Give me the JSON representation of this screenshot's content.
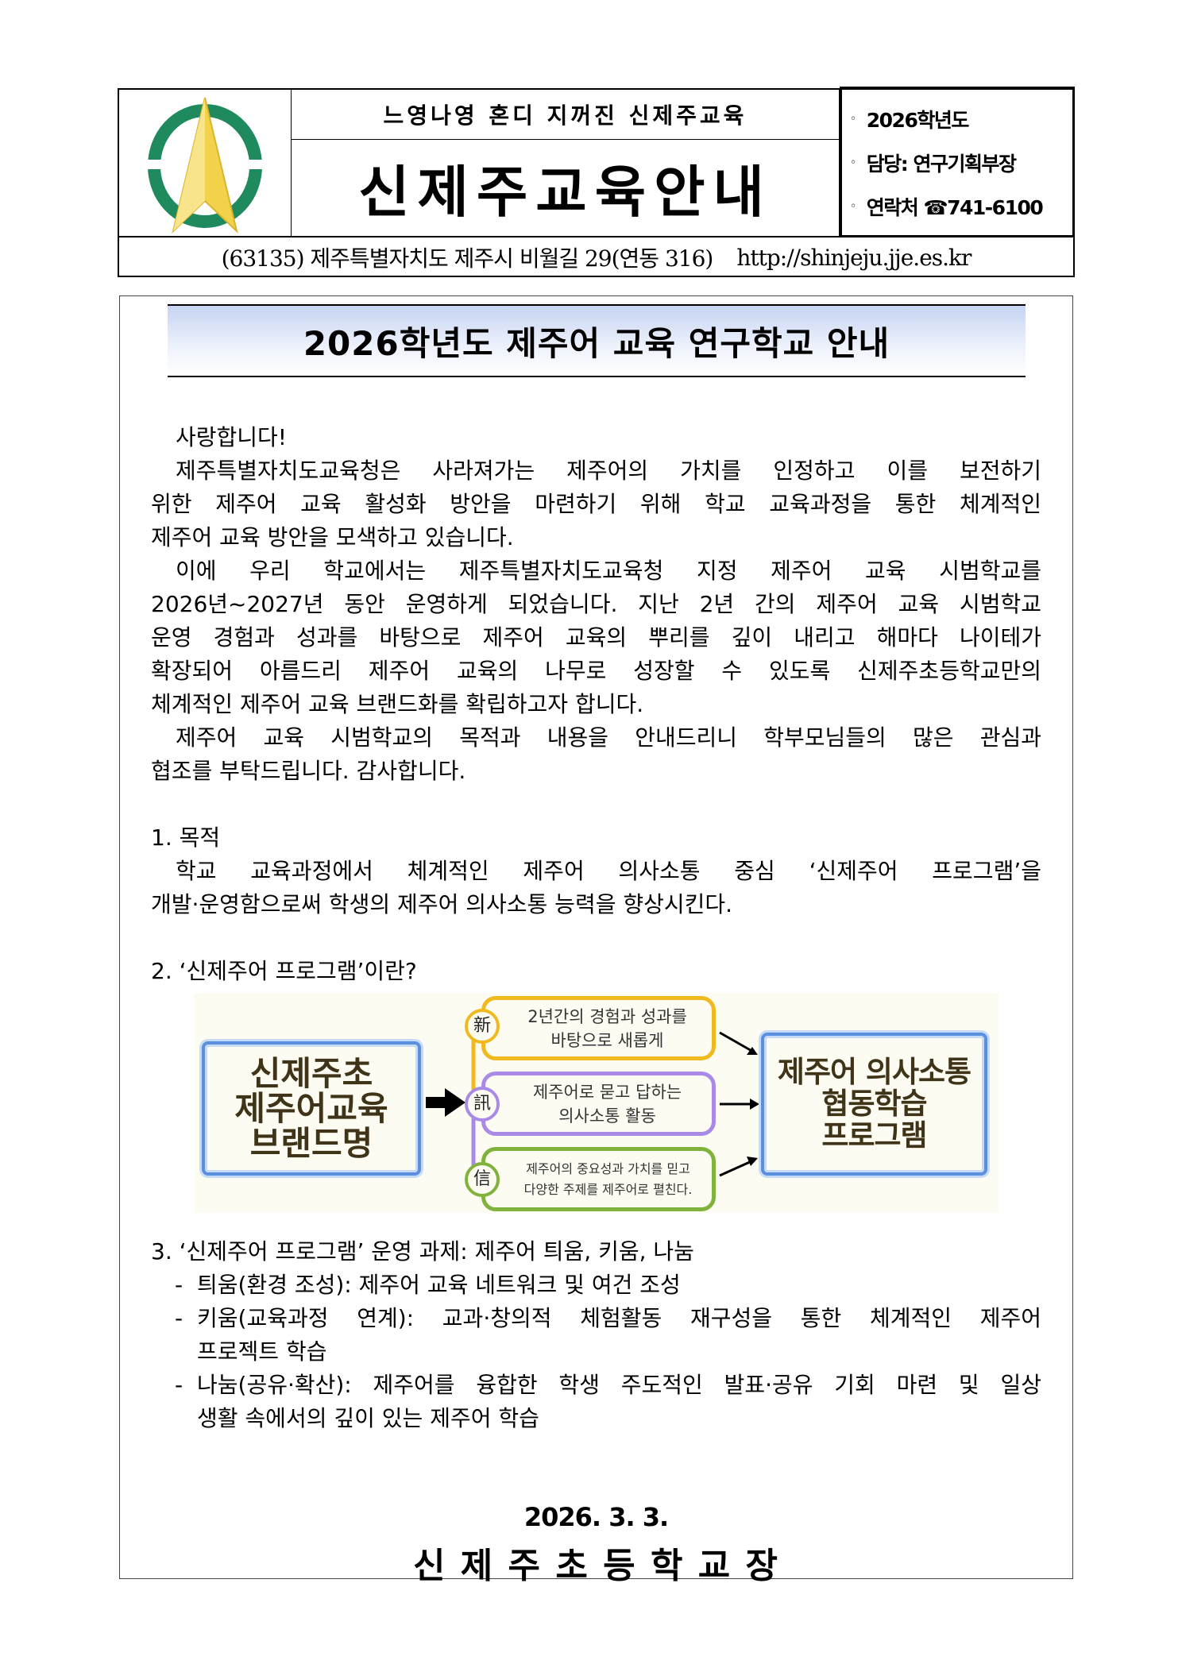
{
  "header": {
    "slogan": "느영나영 혼디 지꺼진 신제주교육",
    "title": "신제주교육안내",
    "info": [
      {
        "bullet": "◦",
        "text": "2026학년도"
      },
      {
        "bullet": "◦",
        "text": "담당: 연구기획부장"
      },
      {
        "bullet": "◦",
        "text": "연락처 ☎741-6100"
      }
    ],
    "address": "(63135) 제주특별자치도 제주시 비월길 29(연동 316)",
    "url": "http://shinjeju.jje.es.kr",
    "colors": {
      "logo_green": "#1f8a5e",
      "logo_gold": "#f2d24a"
    }
  },
  "notice": {
    "title": "2026학년도 제주어 교육 연구학교 안내",
    "greeting": "사랑합니다!",
    "para1": [
      "제주특별자치도교육청은 사라져가는 제주어의 가치를 인정하고 이를 보전하기",
      "위한 제주어 교육 활성화 방안을 마련하기 위해 학교 교육과정을 통한 체계적인",
      "제주어 교육 방안을 모색하고 있습니다."
    ],
    "para2": [
      "이에 우리 학교에서는 제주특별자치도교육청 지정 제주어 교육 시범학교를",
      "2026년~2027년 동안 운영하게 되었습니다. 지난 2년 간의 제주어 교육 시범학교",
      "운영 경험과 성과를 바탕으로 제주어 교육의 뿌리를 깊이 내리고 해마다 나이테가",
      "확장되어 아름드리 제주어 교육의 나무로 성장할 수 있도록 신제주초등학교만의",
      "체계적인 제주어 교육 브랜드화를 확립하고자 합니다."
    ],
    "para3": [
      "제주어 교육 시범학교의 목적과 내용을 안내드리니 학부모님들의 많은 관심과",
      "협조를 부탁드립니다. 감사합니다."
    ],
    "s1_title": "1. 목적",
    "s1_body": [
      "학교 교육과정에서 체계적인 제주어 의사소통 중심 ‘신제주어 프로그램’을",
      "개발·운영함으로써 학생의 제주어 의사소통 능력을 향상시킨다."
    ],
    "s2_title": "2. ‘신제주어 프로그램’이란?",
    "s3_title": "3. ‘신제주어 프로그램’ 운영 과제: 제주어 틔움, 키움, 나눔",
    "s3_items": [
      {
        "dash": "-",
        "lines": [
          "틔움(환경 조성): 제주어 교육 네트워크 및 여건 조성"
        ]
      },
      {
        "dash": "-",
        "lines": [
          "키움(교육과정 연계): 교과·창의적 체험활동 재구성을 통한 체계적인 제주어",
          "프로젝트 학습"
        ]
      },
      {
        "dash": "-",
        "lines": [
          "나눔(공유·확산): 제주어를 융합한 학생 주도적인 발표·공유 기회 마련 및 일상",
          "생활 속에서의 깊이 있는 제주어 학습"
        ]
      }
    ],
    "date": "2026. 3. 3.",
    "signer": "신 제 주 초 등 학 교 장"
  },
  "diagram": {
    "left": [
      "신제주초",
      "제주어교육",
      "브랜드명"
    ],
    "right": [
      "제주어 의사소통",
      "협동학습",
      "프로그램"
    ],
    "items": [
      {
        "char": "新",
        "lines": [
          "2년간의 경험과 성과를",
          "바탕으로 새롭게"
        ],
        "color": "#f0b91e"
      },
      {
        "char": "訊",
        "lines": [
          "제주어로 묻고 답하는",
          "의사소통 활동"
        ],
        "color": "#a98ae6"
      },
      {
        "char": "信",
        "lines": [
          "제주어의 중요성과 가치를 믿고",
          "다양한 주제를 제주어로 펼친다."
        ],
        "color": "#7fb33c"
      }
    ]
  }
}
